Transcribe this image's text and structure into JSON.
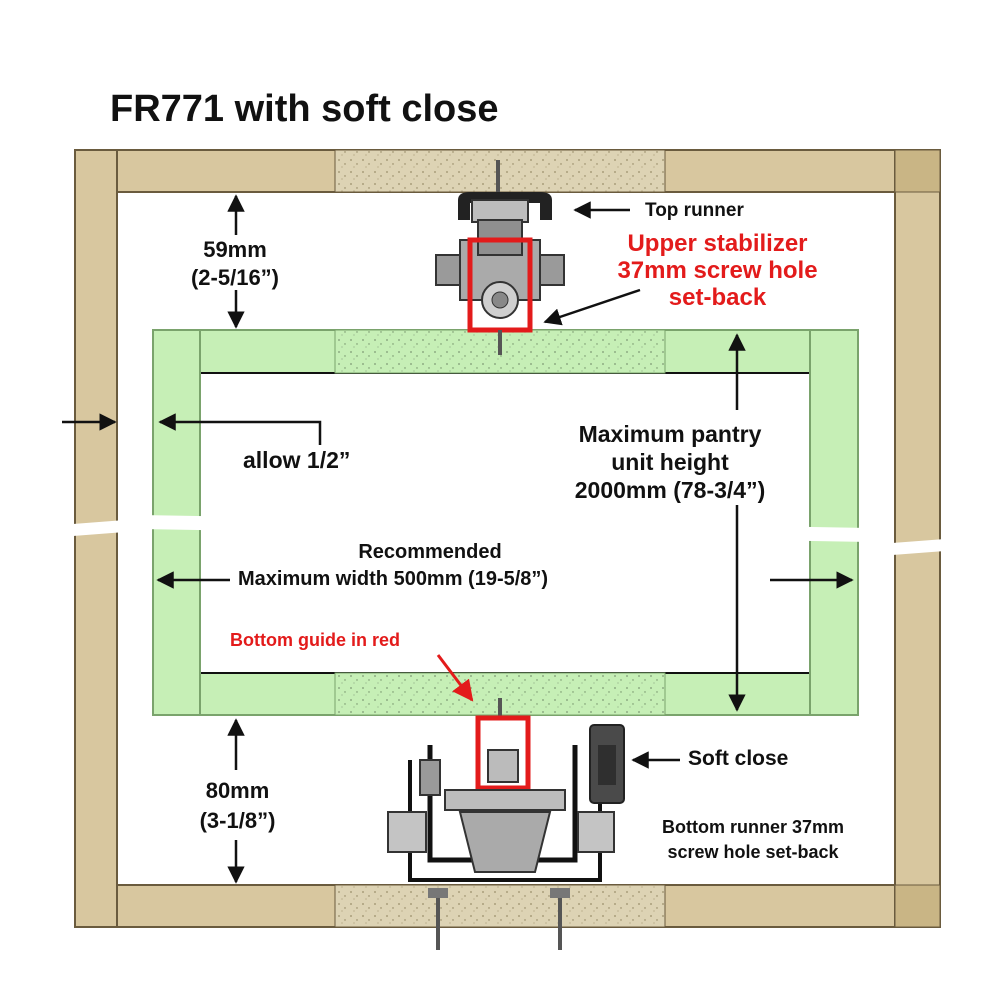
{
  "title": "FR771 with soft close",
  "labels": {
    "top_runner": "Top runner",
    "upper_stabilizer": [
      "Upper stabilizer",
      "37mm screw hole",
      "set-back"
    ],
    "top_gap": [
      "59mm",
      "(2-5/16”)"
    ],
    "allow": "allow 1/2”",
    "max_height": [
      "Maximum pantry",
      "unit height",
      "2000mm (78-3/4”)"
    ],
    "recommended": "Recommended",
    "max_width": "Maximum width 500mm (19-5/8”)",
    "bottom_guide": "Bottom guide in red",
    "soft_close": "Soft close",
    "bottom_gap": [
      "80mm",
      "(3-1/8”)"
    ],
    "bottom_runner": [
      "Bottom runner 37mm",
      "screw hole set-back"
    ]
  },
  "colors": {
    "wood": "#d8c79f",
    "wood_edge": "#6a5b3e",
    "green_panel": "#c6efb6",
    "green_edge": "#7aa36c",
    "accent_red": "#e31b1b",
    "hardware": "#9a9a9a"
  }
}
